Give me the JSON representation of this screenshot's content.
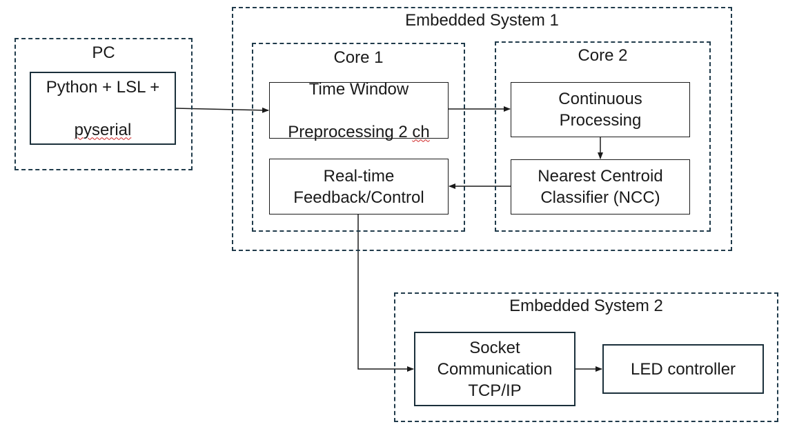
{
  "groups": {
    "pc": "PC",
    "embedded1": "Embedded System 1",
    "core1": "Core 1",
    "core2": "Core 2",
    "embedded2": "Embedded System 2"
  },
  "nodes": {
    "python_line1": "Python + LSL +",
    "python_line2": "pyserial",
    "time_window_line1": "Time Window",
    "time_window_line2a": "Preprocessing 2 ",
    "time_window_line2b": "ch",
    "continuous": "Continuous\nProcessing",
    "ncc": "Nearest Centroid\nClassifier (NCC)",
    "feedback": "Real-time\nFeedback/Control",
    "socket": "Socket\nCommunication\nTCP/IP",
    "led": "LED controller"
  },
  "colors": {
    "dashed_border": "#1f3a4a",
    "arrow": "#1a1a1a",
    "spell_underline": "#d02020"
  }
}
